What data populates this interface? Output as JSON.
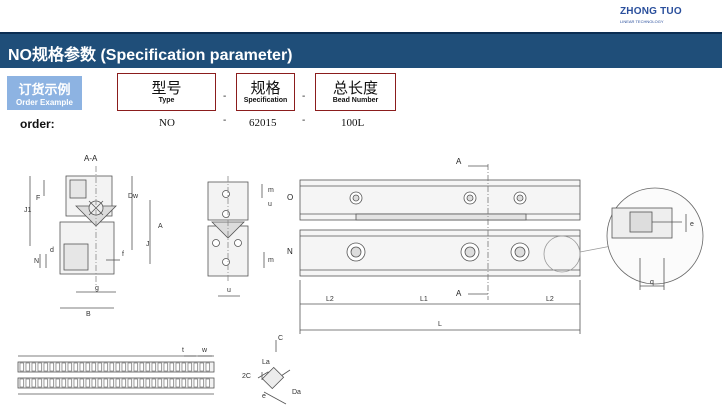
{
  "logo": {
    "main": "ZHONG TUO",
    "sub": "LINEAR TECHNOLOGY"
  },
  "header": {
    "title": "NO规格参数 (Specification parameter)"
  },
  "order_example": {
    "zh": "订货示例",
    "en": "Order Example"
  },
  "code_boxes": [
    {
      "zh": "型号",
      "en": "Type"
    },
    {
      "zh": "规格",
      "en": "Specification"
    },
    {
      "zh": "总长度",
      "en": "Bead Number"
    }
  ],
  "separator": "-",
  "order": {
    "label": "order:",
    "type": "NO",
    "spec": "62015",
    "length": "100L"
  },
  "drawing_labels": {
    "section_aa": "A-A",
    "section_a": "A",
    "o": "O",
    "n": "N",
    "dims": {
      "j1": "J1",
      "f": "F",
      "n": "N",
      "d": "d",
      "f_small": "f",
      "a": "A",
      "j": "J",
      "g": "g",
      "b": "B",
      "dw": "Dw",
      "m": "m",
      "u": "u",
      "l": "L",
      "l1": "L1",
      "l2": "L2",
      "e": "e",
      "q": "q",
      "t": "t",
      "w": "w",
      "c": "C",
      "c2": "2C",
      "la": "La",
      "da": "Da"
    }
  }
}
